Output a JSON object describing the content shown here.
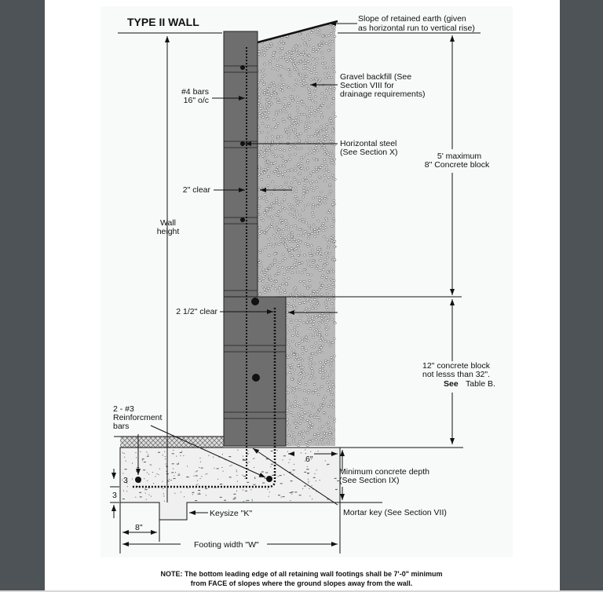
{
  "diagram": {
    "title": "TYPE II WALL",
    "labels": {
      "slope_line1": "Slope of retained earth (given",
      "slope_line2": "as horizontal run to vertical rise)",
      "gravel_line1": "Gravel backfill (See",
      "gravel_line2": "Section VIII for",
      "gravel_line3": "drainage requirements)",
      "bars_line1": "#4 bars",
      "bars_line2": "16\" o/c",
      "horiz_line1": "Horizontal steel",
      "horiz_line2": "(See Section X)",
      "max_line1": "5' maximum",
      "max_line2": "8\" Concrete block",
      "clear2": "2\" clear",
      "wall_line1": "Wall",
      "wall_line2": "height",
      "clear25": "2 1/2\" clear",
      "block12_line1": "12\" concrete block",
      "block12_line2": "not lesss than 32\".",
      "block12_see": "See",
      "block12_table": "Table B.",
      "reinf_line1": "2 - #3",
      "reinf_line2": "Reinforcment",
      "reinf_line3": "bars",
      "dim6": "6\"",
      "dim3a": "3",
      "dim3b": "3",
      "dim8": "8\"",
      "depth_line1": "Minimum concrete depth",
      "depth_line2": "(See Section IX)",
      "mortar": "Mortar key (See Section VII)",
      "keysize": "Keysize \"K\"",
      "footing": "Footing width \"W\""
    },
    "note_line1": "NOTE: The bottom leading edge of all retaining wall footings shall be 7'-0\" minimum",
    "note_line2": "from FACE of slopes where the ground slopes away from the wall."
  }
}
